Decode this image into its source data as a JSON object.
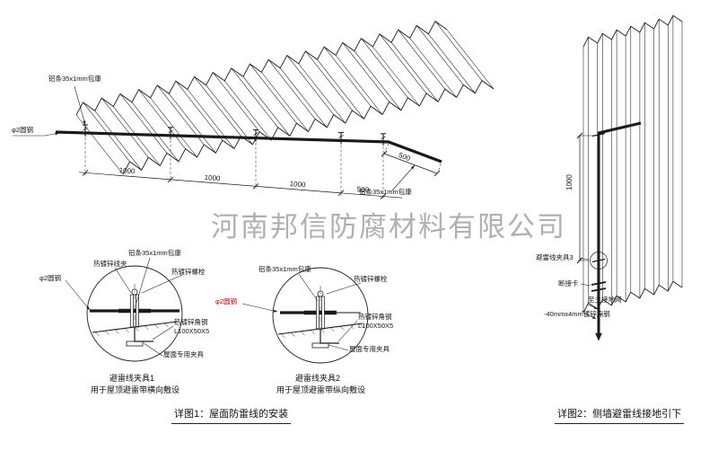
{
  "watermark": "河南邦信防腐材料有限公司",
  "colors": {
    "ink": "#1a1a1a",
    "red": "#c00000",
    "watermark_gray": "#9a9a9a"
  },
  "main": {
    "caption": "详图1：屋面防雷线的安装",
    "label_strip_top": "铝条35x1mm包康",
    "label_strip_bottom": "铝条35x1mm包康",
    "label_round_steel": "φ2圆钢",
    "dims": [
      "1000",
      "1000",
      "1000",
      "500"
    ],
    "dim_slope": "500"
  },
  "detail1": {
    "title": "避雷线夹具1",
    "subtitle": "用于屋顶避雷带横向敷设",
    "labels": {
      "wire_clip": "热镀锌线夹",
      "strip": "铝条35x1mm包康",
      "bolt": "热镀锌螺栓",
      "round_steel": "φ2圆钢",
      "angle_steel": "热镀锌角钢",
      "angle_size": "L100X50X5",
      "roof_clamp": "屋面专用夹具"
    }
  },
  "detail2": {
    "title": "避雷线夹具2",
    "subtitle": "用于屋顶避雷带纵向敷设",
    "labels": {
      "strip": "铝条35x1mm包康",
      "bolt": "热镀锌螺栓",
      "round_steel": "φ2圆钢",
      "angle_steel": "热镀锌角钢",
      "angle_size": "L100X50X5",
      "roof_clamp": "屋面专用夹具"
    }
  },
  "wall": {
    "caption": "详图2：侧墙避雷线接地引下",
    "dim": "1000",
    "labels": {
      "clamp3": "避雷线夹具3",
      "disconnect": "断接卡",
      "to_ground": "至主接地网",
      "flat_steel": "-40mmx4mm镀锌扁钢"
    }
  }
}
